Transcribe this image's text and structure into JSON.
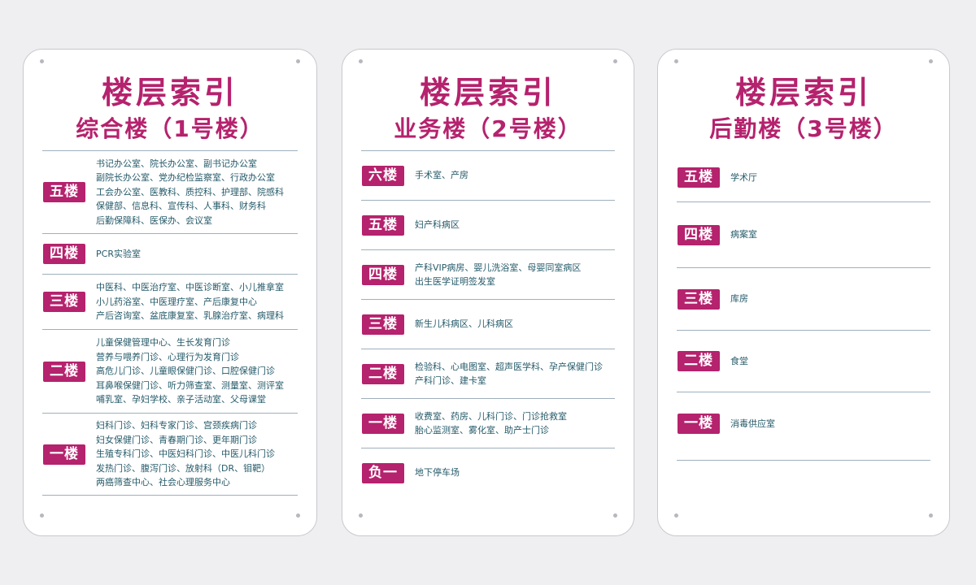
{
  "boards": [
    {
      "title": "楼层索引",
      "subtitle": "综合楼（1号楼）",
      "floors": [
        {
          "label": "五楼",
          "lines": [
            "书记办公室、院长办公室、副书记办公室",
            "副院长办公室、党办纪检监察室、行政办公室",
            "工会办公室、医教科、质控科、护理部、院感科",
            "保健部、信息科、宣传科、人事科、财务科",
            "后勤保障科、医保办、会议室"
          ]
        },
        {
          "label": "四楼",
          "lines": [
            "PCR实验室"
          ]
        },
        {
          "label": "三楼",
          "lines": [
            "中医科、中医治疗室、中医诊断室、小儿推拿室",
            "小儿药浴室、中医理疗室、产后康复中心",
            "产后咨询室、盆底康复室、乳腺治疗室、病理科"
          ]
        },
        {
          "label": "二楼",
          "lines": [
            "儿童保健管理中心、生长发育门诊",
            "营养与喂养门诊、心理行为发育门诊",
            "高危儿门诊、儿童眼保健门诊、口腔保健门诊",
            "耳鼻喉保健门诊、听力筛查室、测量室、测评室",
            "哺乳室、孕妇学校、亲子活动室、父母课堂"
          ]
        },
        {
          "label": "一楼",
          "lines": [
            "妇科门诊、妇科专家门诊、宫颈疾病门诊",
            "妇女保健门诊、青春期门诊、更年期门诊",
            "生殖专科门诊、中医妇科门诊、中医儿科门诊",
            "发热门诊、腹泻门诊、放射科（DR、钼靶）",
            "两癌筛查中心、社会心理服务中心"
          ]
        }
      ]
    },
    {
      "title": "楼层索引",
      "subtitle": "业务楼（2号楼）",
      "floors": [
        {
          "label": "六楼",
          "lines": [
            "手术室、产房"
          ]
        },
        {
          "label": "五楼",
          "lines": [
            "妇产科病区"
          ]
        },
        {
          "label": "四楼",
          "lines": [
            "产科VIP病房、婴儿洗浴室、母婴同室病区",
            "出生医学证明签发室"
          ]
        },
        {
          "label": "三楼",
          "lines": [
            "新生儿科病区、儿科病区"
          ]
        },
        {
          "label": "二楼",
          "lines": [
            "检验科、心电图室、超声医学科、孕产保健门诊",
            "产科门诊、建卡室"
          ]
        },
        {
          "label": "一楼",
          "lines": [
            "收费室、药房、儿科门诊、门诊抢救室",
            "胎心监测室、雾化室、助产士门诊"
          ]
        },
        {
          "label": "负一楼",
          "lines": [
            "地下停车场"
          ]
        }
      ]
    },
    {
      "title": "楼层索引",
      "subtitle": "后勤楼（3号楼）",
      "floors": [
        {
          "label": "五楼",
          "lines": [
            "学术厅"
          ]
        },
        {
          "label": "四楼",
          "lines": [
            "病案室"
          ]
        },
        {
          "label": "三楼",
          "lines": [
            "库房"
          ]
        },
        {
          "label": "二楼",
          "lines": [
            "食堂"
          ]
        },
        {
          "label": "一楼",
          "lines": [
            "消毒供应室"
          ]
        }
      ]
    }
  ]
}
